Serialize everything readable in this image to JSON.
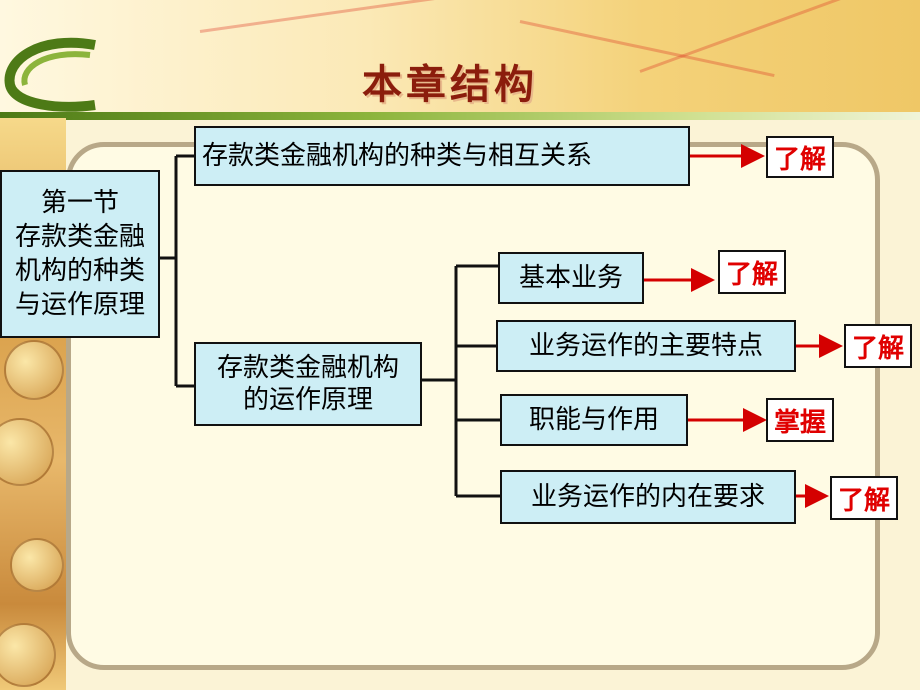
{
  "title": "本章结构",
  "root": {
    "label": "第一节\n存款类金融\n机构的种类\n与运作原理"
  },
  "branch1": {
    "label": "存款类金融机构的种类与相互关系",
    "tag": "了解"
  },
  "branch2": {
    "label": "存款类金融机构\n的运作原理",
    "children": [
      {
        "label": "基本业务",
        "tag": "了解"
      },
      {
        "label": "业务运作的主要特点",
        "tag": "了解"
      },
      {
        "label": "职能与作用",
        "tag": "掌握"
      },
      {
        "label": "业务运作的内在要求",
        "tag": "了解"
      }
    ]
  },
  "colors": {
    "box_fill": "#cdeef5",
    "tag_text": "#e00000",
    "arrow": "#d40000",
    "title": "#8b1d0c"
  }
}
